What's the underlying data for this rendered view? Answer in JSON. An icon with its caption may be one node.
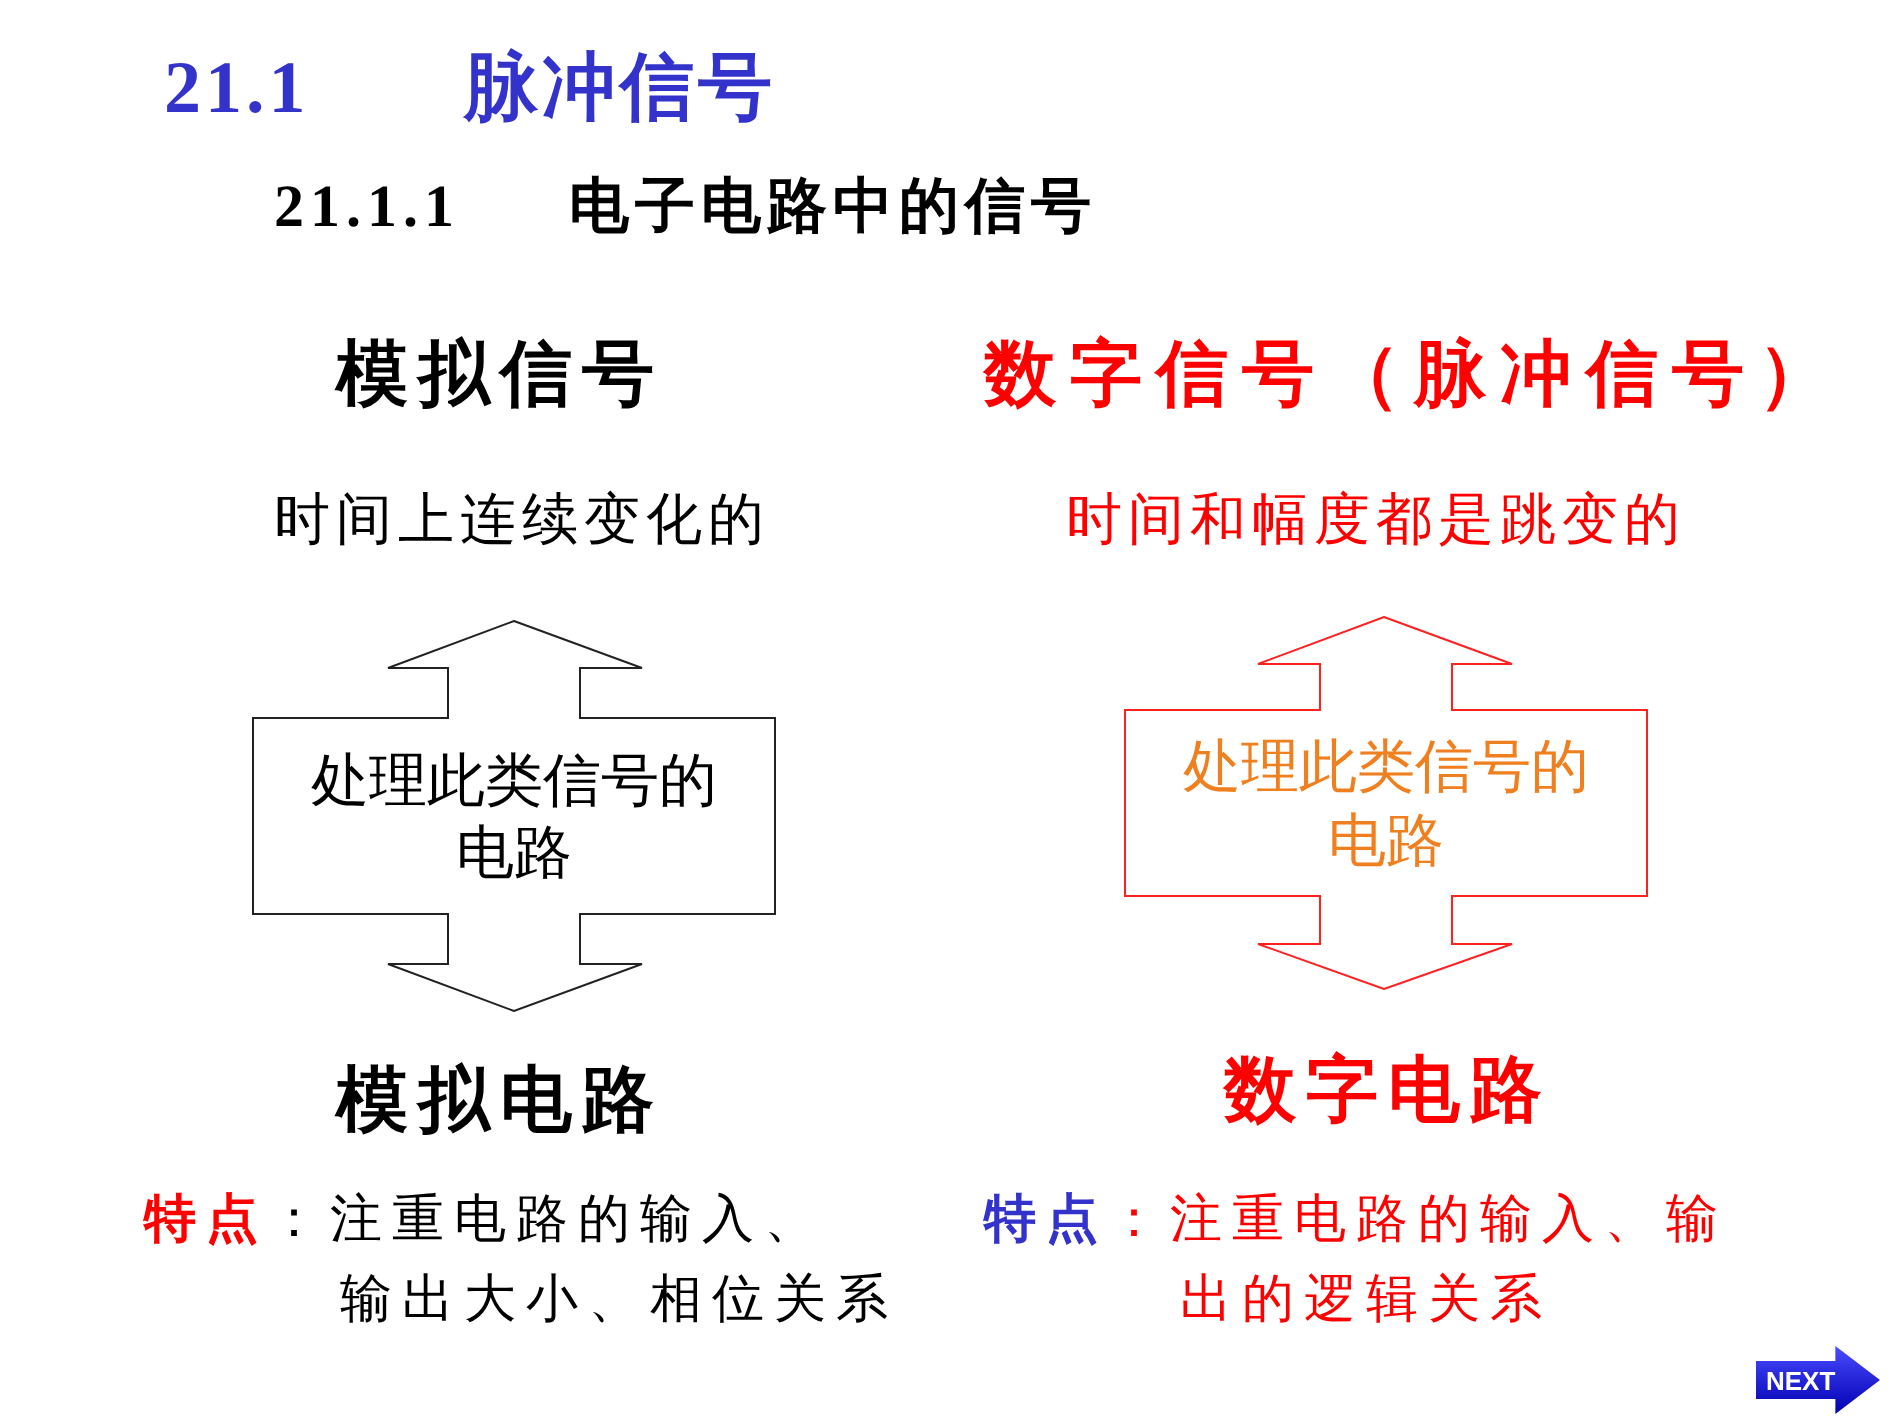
{
  "diagram": {
    "title": "21.1 脉冲信号",
    "nodes": [
      {
        "text": [
          "处理此类信号的电路"
        ]
      },
      {
        "text": [
          "处理此类信号的电路"
        ]
      }
    ],
    "labels": [
      "21.1.1 电子电路中的信号",
      "模拟信号",
      "数字信号（脉冲信号）",
      "时间上连续变化的",
      "时间和幅度都是跳变的",
      "模拟电路",
      "数字电路",
      "**特点**：注重电路的输入、输出大小、相位关系",
      "**特点**：注重电路的输入、输出的逻辑关系",
      "NEXT"
    ]
  }
}
